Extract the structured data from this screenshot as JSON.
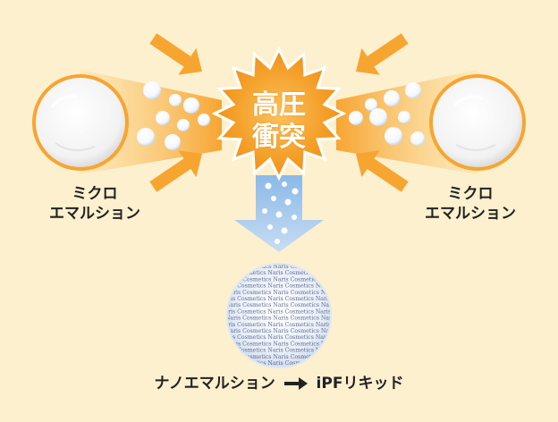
{
  "burst": {
    "line1": "高圧",
    "line2": "衝突"
  },
  "left_label": {
    "line1": "ミクロ",
    "line2": "エマルション"
  },
  "right_label": {
    "line1": "ミクロ",
    "line2": "エマルション"
  },
  "caption": {
    "before": "ナノエマルション",
    "after": "iPFリキッド"
  },
  "watermark_text": "Naris Cosmetics Naris Cosmetics Naris Cosmetics",
  "colors": {
    "background": "#fdf0cf",
    "orange_arrow": "#f7a531",
    "burst_fill": "#f59b1c",
    "blue_arrow": "#a9cdf0"
  }
}
